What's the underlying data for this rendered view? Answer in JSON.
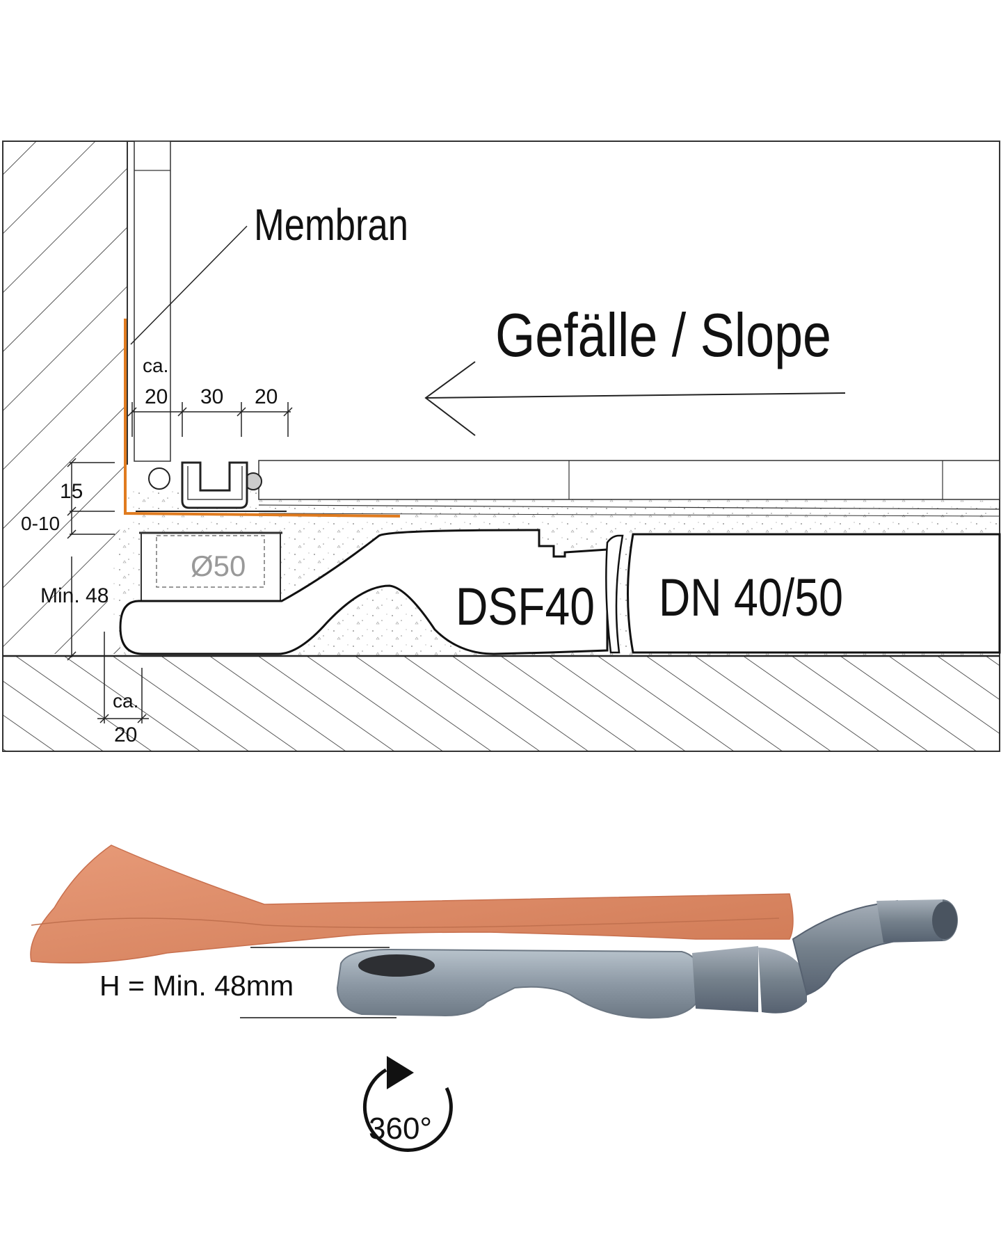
{
  "section": {
    "membrane_label": "Membran",
    "slope_label": "Gefälle / Slope",
    "dim_ca_top": "ca.",
    "dim_20_left": "20",
    "dim_30": "30",
    "dim_20_right": "20",
    "dim_15": "15",
    "dim_0_10": "0-10",
    "dim_min48": "Min. 48",
    "dim_ca_bottom": "ca.",
    "dim_20_bottom": "20",
    "outlet_diameter": "Ø50",
    "product_name": "DSF40",
    "pipe_size": "DN 40/50"
  },
  "photo": {
    "height_label": "H = Min. 48mm",
    "rotation_label": "360°"
  },
  "colors": {
    "membrane": "#e07b1f",
    "membrane_sheet": "#dc8a66",
    "pipe_grey": "#8e9aa6",
    "line": "#222222"
  }
}
